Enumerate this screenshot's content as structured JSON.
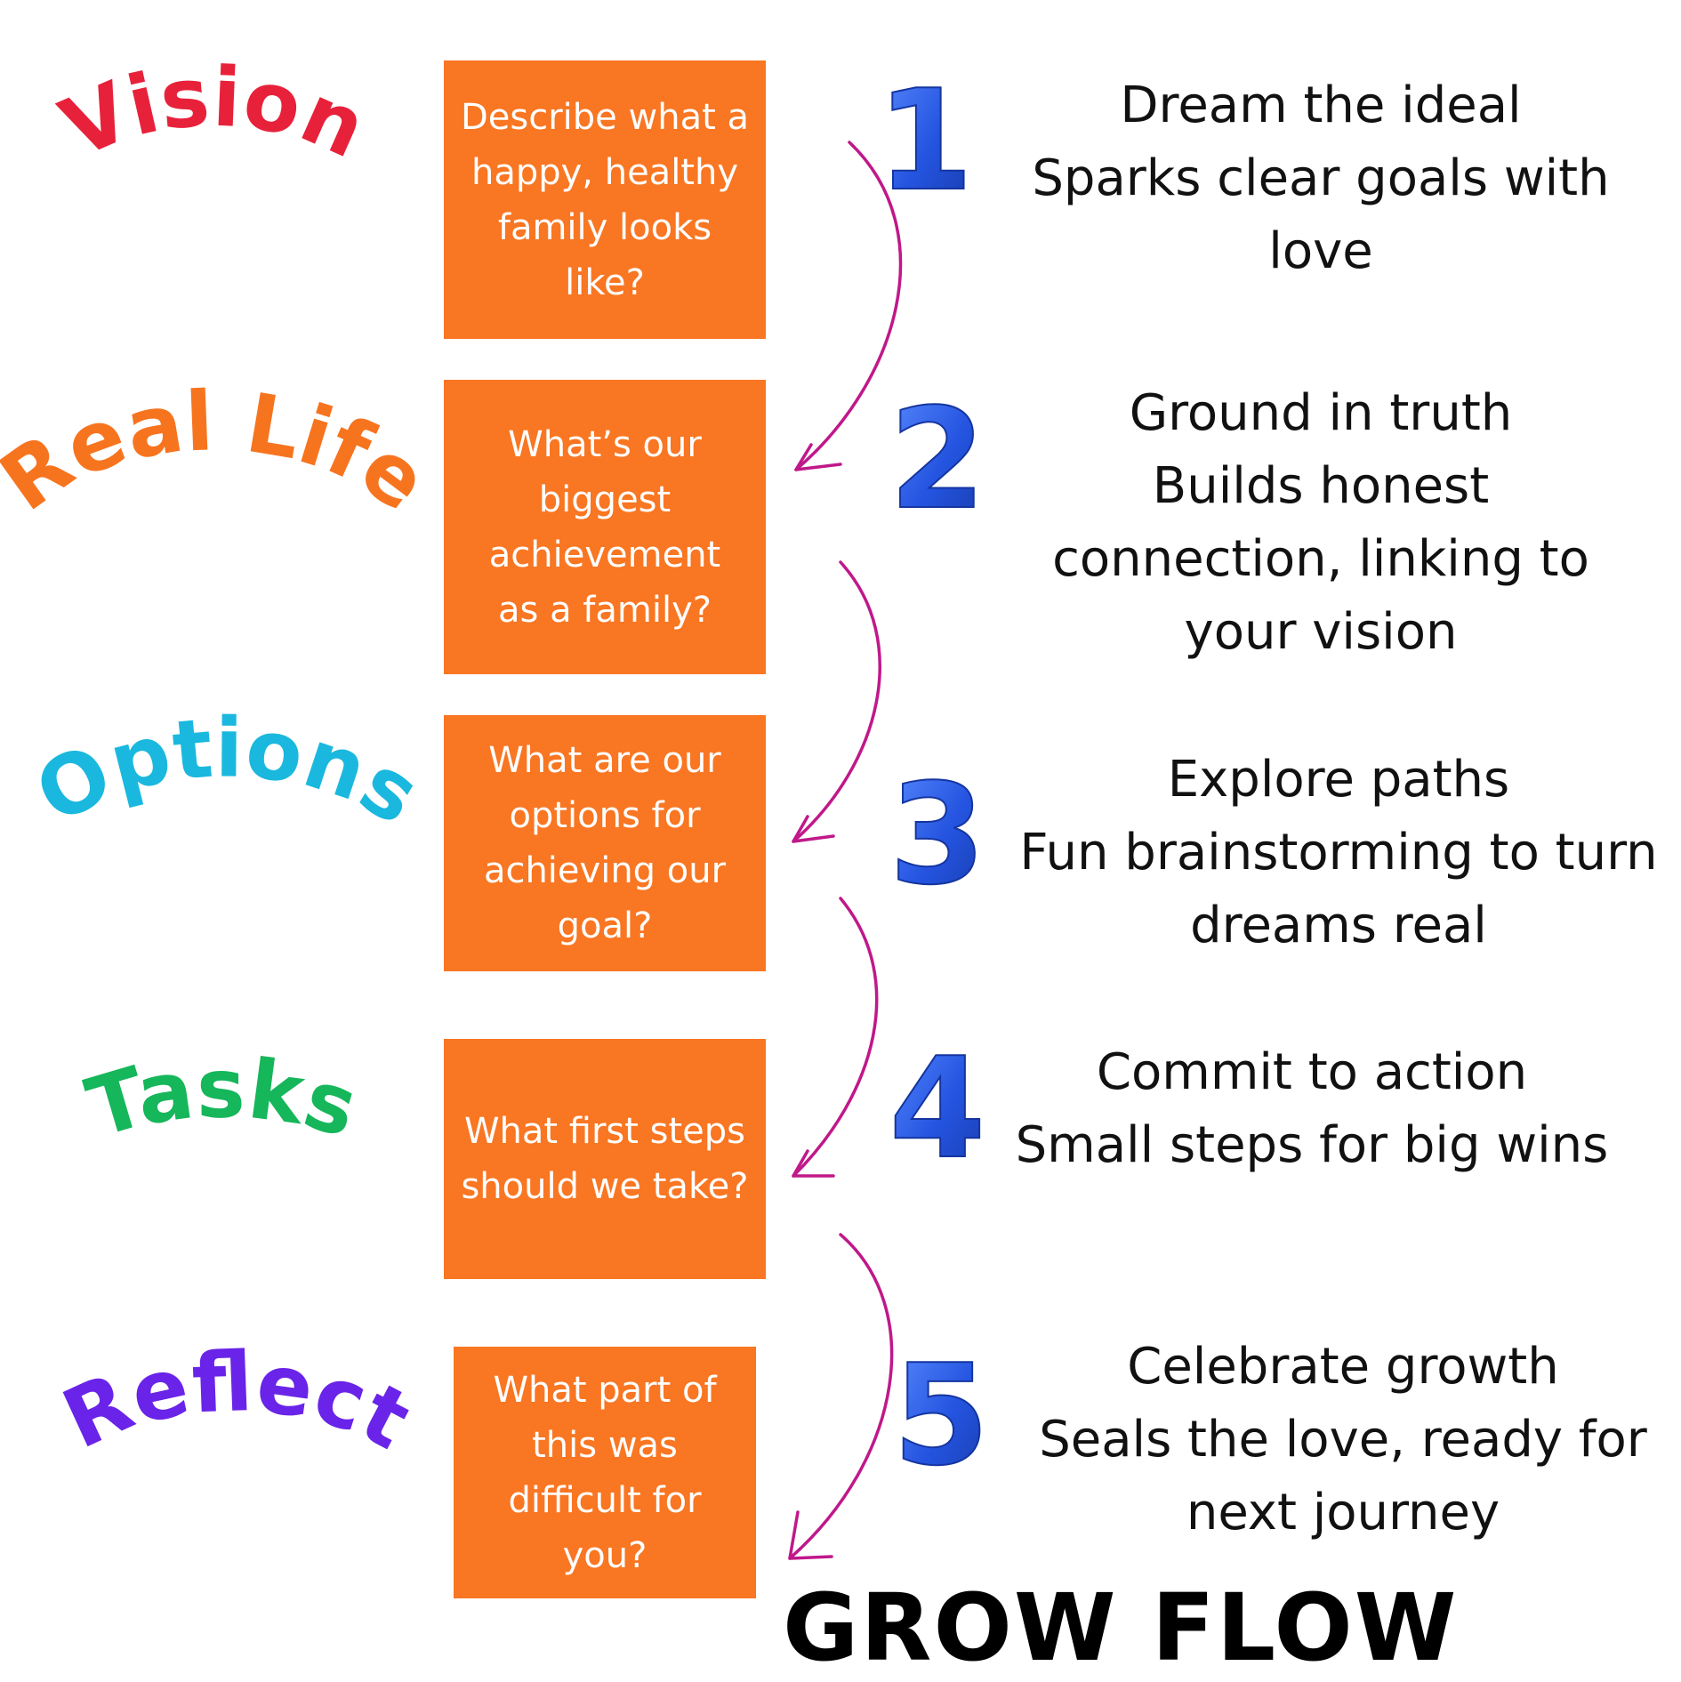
{
  "title": "GROW FLOW",
  "colors": {
    "box": "#f97622",
    "arrow": "#c0188a",
    "number": "#1d4fd6"
  },
  "stages": [
    {
      "label": "Vision",
      "color": "#e8213a",
      "question": "Describe what a happy, healthy family looks like?",
      "number": "1",
      "lines": [
        "Dream the ideal",
        "Sparks clear goals with",
        "love"
      ]
    },
    {
      "label": "Real Life",
      "color": "#f7741f",
      "question": "What’s our biggest achievement as a family?",
      "number": "2",
      "lines": [
        "Ground in truth",
        "Builds honest",
        "connection, linking to",
        "your vision"
      ]
    },
    {
      "label": "Options",
      "color": "#1ab8de",
      "question": "What are our options for achieving our goal?",
      "number": "3",
      "lines": [
        "Explore paths",
        "Fun brainstorming to turn",
        "dreams real"
      ]
    },
    {
      "label": "Tasks",
      "color": "#16b65a",
      "question": "What first steps should we take?",
      "number": "4",
      "lines": [
        "Commit to action",
        "Small steps for big wins"
      ]
    },
    {
      "label": "Reflect",
      "color": "#6a23e8",
      "question": "What part of this was difficult for you?",
      "number": "5",
      "lines": [
        "Celebrate growth",
        "Seals the love, ready for",
        "next journey"
      ]
    }
  ]
}
